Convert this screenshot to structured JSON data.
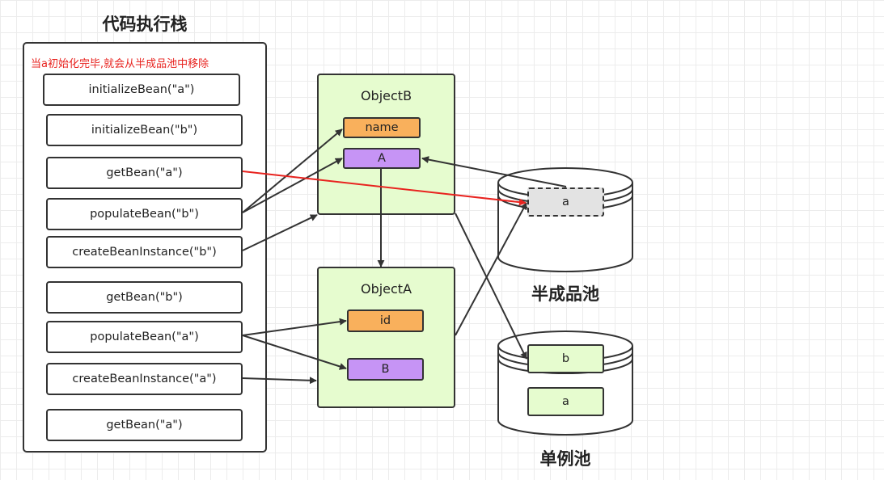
{
  "stack": {
    "title": "代码执行栈",
    "note": "当a初始化完毕,就会从半成品池中移除",
    "steps": [
      "initializeBean(\"a\")",
      "initializeBean(\"b\")",
      "getBean(\"a\")",
      "populateBean(\"b\")",
      "createBeanInstance(\"b\")",
      "getBean(\"b\")",
      "populateBean(\"a\")",
      "createBeanInstance(\"a\")",
      "getBean(\"a\")"
    ]
  },
  "objectB": {
    "title": "ObjectB",
    "fields": [
      "name",
      "A"
    ]
  },
  "objectA": {
    "title": "ObjectA",
    "fields": [
      "id",
      "B"
    ]
  },
  "half_pool": {
    "label": "半成品池",
    "items": [
      "a"
    ]
  },
  "singleton_pool": {
    "label": "单例池",
    "items": [
      "b",
      "a"
    ]
  },
  "colors": {
    "object_fill": "#e6fccf",
    "field_orange": "#f9b05c",
    "field_purple": "#c694f5",
    "half_item_fill": "#e3e3e3",
    "highlight_arrow": "#e8231f",
    "stroke": "#333333"
  }
}
